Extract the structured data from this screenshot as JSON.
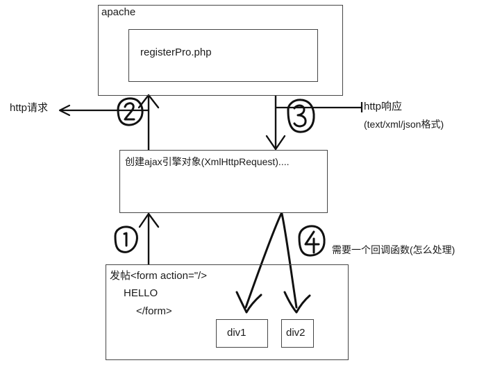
{
  "diagram": {
    "title": "AJAX request flow",
    "stroke_color": "#333333",
    "box_border_color": "#444444",
    "text_color": "#1a1a1a",
    "boxes": {
      "apache": {
        "title": "apache"
      },
      "register": {
        "label": "registerPro.php"
      },
      "ajax_engine": {
        "label": "创建ajax引擎对象(XmlHttpRequest)...."
      },
      "form": {
        "line1": "发帖<form action=\"/>",
        "line2": "HELLO",
        "line3": "</form>"
      },
      "div1": {
        "label": "div1"
      },
      "div2": {
        "label": "div2"
      }
    },
    "annotations": {
      "http_request": "http请求",
      "http_response": "http响应",
      "http_response_format": "(text/xml/json格式)",
      "callback": "需要一个回调函数(怎么处理)"
    },
    "step_markers": [
      {
        "id": "step-1",
        "number": "1"
      },
      {
        "id": "step-2",
        "number": "2"
      },
      {
        "id": "step-3",
        "number": "3"
      },
      {
        "id": "step-4",
        "number": "4"
      }
    ]
  }
}
